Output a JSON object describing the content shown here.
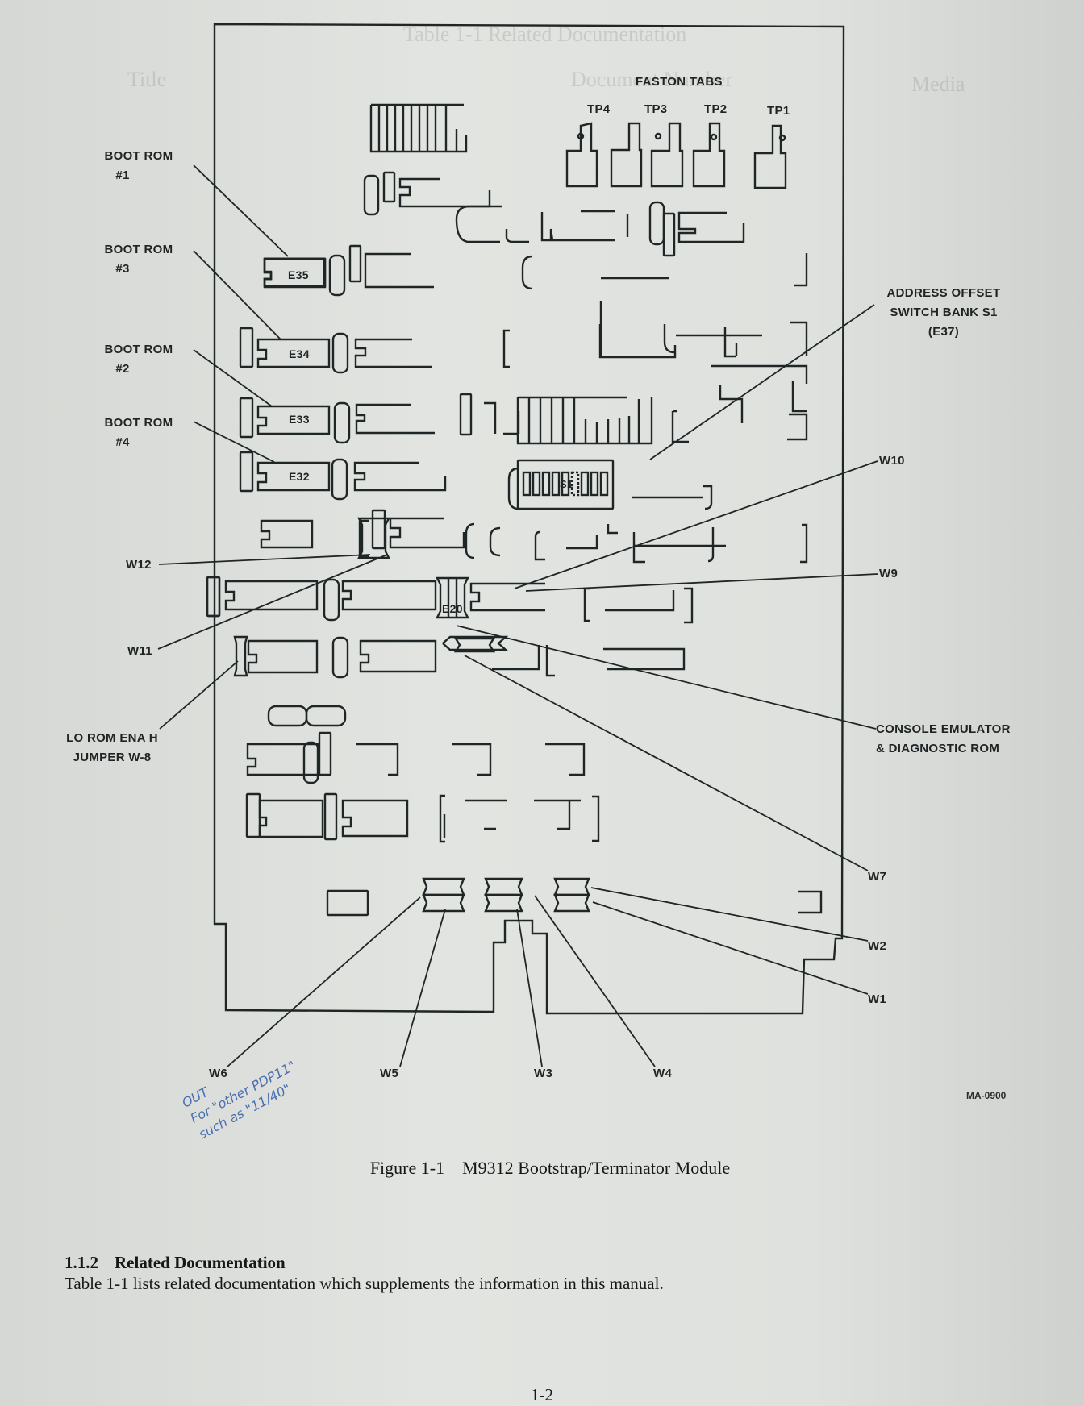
{
  "figure": {
    "labels": {
      "faston_tabs": "FASTON TABS",
      "tabs": [
        "TP4",
        "TP3",
        "TP2",
        "TP1"
      ],
      "boot_rom_1": [
        "BOOT ROM",
        "#1"
      ],
      "boot_rom_3": [
        "BOOT ROM",
        "#3"
      ],
      "boot_rom_2": [
        "BOOT ROM",
        "#2"
      ],
      "boot_rom_4": [
        "BOOT ROM",
        "#4"
      ],
      "address_offset": [
        "ADDRESS OFFSET",
        "SWITCH BANK S1",
        "(E37)"
      ],
      "w10": "W10",
      "w9": "W9",
      "w12": "W12",
      "w11": "W11",
      "lo_rom": [
        "LO ROM ENA H",
        "JUMPER W-8"
      ],
      "console_emulator": [
        "CONSOLE EMULATOR",
        "& DIAGNOSTIC ROM"
      ],
      "w7": "W7",
      "w2": "W2",
      "w1": "W1",
      "w6": "W6",
      "w5": "W5",
      "w3": "W3",
      "w4": "W4"
    },
    "chips": {
      "e35": "E35",
      "e34": "E34",
      "e33": "E33",
      "e32": "E32",
      "e20": "E20",
      "s1": "S1"
    },
    "drawing_number": "MA-0900",
    "caption_number": "Figure 1-1",
    "caption_title": "M9312 Bootstrap/Terminator Module"
  },
  "handwritten_note": [
    "OUT",
    "For \"other PDP11\"",
    "such as \"11/40\""
  ],
  "section": {
    "number": "1.1.2",
    "title": "Related Documentation",
    "body": "Table 1-1 lists related documentation which supplements the information in this manual."
  },
  "page_number": "1-2",
  "bleed_through": {
    "table_title": "Table 1-1   Related Documentation",
    "col_title": "Title",
    "col_document": "Document Number",
    "col_media": "Media"
  }
}
